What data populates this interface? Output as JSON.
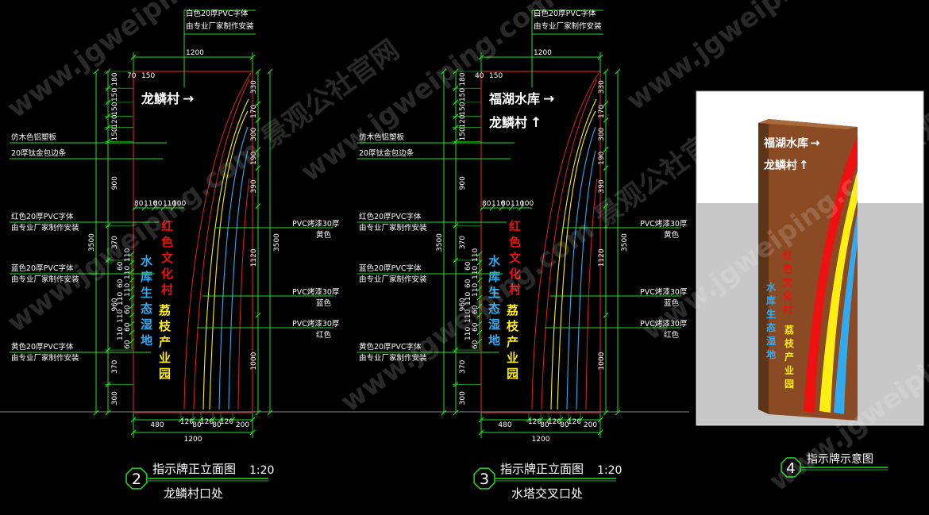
{
  "colors": {
    "background": "#000000",
    "dimension_line": "#22dd22",
    "outline": "#cc2222",
    "text": "#ffffff",
    "red": "#ee1111",
    "yellow": "#ffee11",
    "blue": "#33aaee",
    "wood": "#8a4a24"
  },
  "watermark": "www.jgweiping.com 景观公社官网",
  "drawing_left": {
    "callout_top": [
      "白色20厚PVC字体",
      "由专业厂家制作安装"
    ],
    "top_width": "1200",
    "offsets_top": [
      "70",
      "150"
    ],
    "sign_lines": [
      {
        "text": "龙鳞村",
        "arrow": "→"
      }
    ],
    "left_dims": [
      "180",
      "150",
      "150",
      "120",
      "150",
      "900",
      "370",
      "960",
      "370",
      "300"
    ],
    "left_total": "3500",
    "right_dims": [
      "330",
      "170",
      "300",
      "190",
      "390",
      "1120",
      "1000"
    ],
    "right_total": "3500",
    "sub_dims_top": [
      "80",
      "110",
      "80",
      "110",
      "100"
    ],
    "sub_dims_side": [
      "110",
      "60",
      "110",
      "60",
      "110",
      "110",
      "60",
      "110",
      "60",
      "110",
      "60"
    ],
    "left_callouts": [
      {
        "lines": [
          "仿木色铝塑板"
        ]
      },
      {
        "lines": [
          "20厚钛金包边条"
        ]
      },
      {
        "lines": [
          "红色20厚PVC字体",
          "由专业厂家制作安装"
        ]
      },
      {
        "lines": [
          "蓝色20厚PVC字体",
          "由专业厂家制作安装"
        ]
      },
      {
        "lines": [
          "黄色20厚PVC字体",
          "由专业厂家制作安装"
        ]
      }
    ],
    "right_callouts": [
      {
        "lines": [
          "PVC烤漆30厚",
          "黄色"
        ]
      },
      {
        "lines": [
          "PVC烤漆30厚",
          "蓝色"
        ]
      },
      {
        "lines": [
          "PVC烤漆30厚",
          "红色"
        ]
      }
    ],
    "red_text": [
      "红",
      "色",
      "文",
      "化",
      "村"
    ],
    "blue_text": [
      "水",
      "库",
      "生",
      "态",
      "湿",
      "地"
    ],
    "yellow_text": [
      "荔",
      "枝",
      "产",
      "业",
      "园"
    ],
    "bottom_dims": [
      "480",
      "120",
      "80",
      "120",
      "80",
      "120",
      "200"
    ],
    "bottom_total": "1200",
    "title_number": "2",
    "title": "指示牌正立面图",
    "scale": "1:20",
    "subtitle": "龙鳞村口处"
  },
  "drawing_middle": {
    "callout_top": [
      "白色20厚PVC字体",
      "由专业厂家制作安装"
    ],
    "top_width": "1200",
    "offsets_top": [
      "40",
      "150"
    ],
    "sign_lines": [
      {
        "text": "福湖水库",
        "arrow": "→"
      },
      {
        "text": "龙鳞村",
        "arrow": "↑"
      }
    ],
    "left_dims": [
      "180",
      "150",
      "150",
      "120",
      "150",
      "900",
      "370",
      "960",
      "370",
      "300"
    ],
    "left_total": "3500",
    "right_dims": [
      "330",
      "170",
      "300",
      "190",
      "390",
      "1120",
      "1000"
    ],
    "right_total": "3500",
    "sub_dims_top": [
      "80",
      "110",
      "80",
      "110",
      "100"
    ],
    "sub_dims_side": [
      "110",
      "60",
      "110",
      "60",
      "110",
      "110",
      "60",
      "110",
      "60",
      "110",
      "60"
    ],
    "left_callouts": [
      {
        "lines": [
          "仿木色铝塑板"
        ]
      },
      {
        "lines": [
          "20厚钛金包边条"
        ]
      },
      {
        "lines": [
          "红色20厚PVC字体",
          "由专业厂家制作安装"
        ]
      },
      {
        "lines": [
          "蓝色20厚PVC字体",
          "由专业厂家制作安装"
        ]
      },
      {
        "lines": [
          "黄色20厚PVC字体",
          "由专业厂家制作安装"
        ]
      }
    ],
    "right_callouts": [
      {
        "lines": [
          "PVC烤漆30厚",
          "黄色"
        ]
      },
      {
        "lines": [
          "PVC烤漆30厚",
          "蓝色"
        ]
      },
      {
        "lines": [
          "PVC烤漆30厚",
          "红色"
        ]
      }
    ],
    "red_text": [
      "红",
      "色",
      "文",
      "化",
      "村"
    ],
    "blue_text": [
      "水",
      "库",
      "生",
      "态",
      "湿",
      "地"
    ],
    "yellow_text": [
      "荔",
      "枝",
      "产",
      "业",
      "园"
    ],
    "bottom_dims": [
      "480",
      "120",
      "80",
      "120",
      "80",
      "120",
      "200"
    ],
    "bottom_total": "1200",
    "title_number": "3",
    "title": "指示牌正立面图",
    "scale": "1:20",
    "subtitle": "水塔交叉口处"
  },
  "render": {
    "sign_lines": [
      {
        "text": "福湖水库",
        "arrow": "→"
      },
      {
        "text": "龙鳞村",
        "arrow": "↑"
      }
    ],
    "red_text": [
      "红",
      "色",
      "文",
      "化",
      "村"
    ],
    "blue_text": [
      "水",
      "库",
      "生",
      "态",
      "湿",
      "地"
    ],
    "yellow_text": [
      "荔",
      "枝",
      "产",
      "业",
      "园"
    ],
    "title_number": "4",
    "title": "指示牌示意图"
  }
}
